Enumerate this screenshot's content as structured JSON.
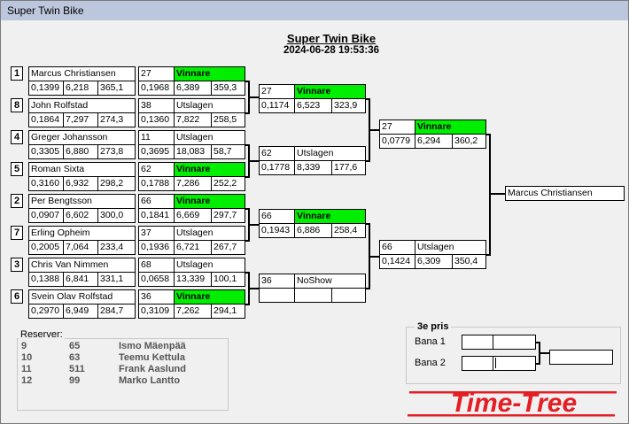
{
  "window": {
    "title": "Super Twin Bike"
  },
  "header": {
    "title": "Super Twin Bike",
    "datetime": "2024-06-28 19:53:36"
  },
  "round1": [
    {
      "seed": "1",
      "name": "Marcus Christiansen",
      "t1": "0,1399",
      "t2": "6,218",
      "t3": "365,1",
      "num": "27",
      "status": "Vinnare",
      "r1": "0,1968",
      "r2": "6,389",
      "r3": "359,3"
    },
    {
      "seed": "8",
      "name": "John Rolfstad",
      "t1": "0,1864",
      "t2": "7,297",
      "t3": "274,3",
      "num": "38",
      "status": "Utslagen",
      "r1": "0,1360",
      "r2": "7,822",
      "r3": "258,5"
    },
    {
      "seed": "4",
      "name": "Greger Johansson",
      "t1": "0,3305",
      "t2": "6,880",
      "t3": "273,8",
      "num": "11",
      "status": "Utslagen",
      "r1": "0,3695",
      "r2": "18,083",
      "r3": "58,7"
    },
    {
      "seed": "5",
      "name": "Roman Sixta",
      "t1": "0,3160",
      "t2": "6,932",
      "t3": "298,2",
      "num": "62",
      "status": "Vinnare",
      "r1": "0,1788",
      "r2": "7,286",
      "r3": "252,2"
    },
    {
      "seed": "2",
      "name": "Per Bengtsson",
      "t1": "0,0907",
      "t2": "6,602",
      "t3": "300,0",
      "num": "66",
      "status": "Vinnare",
      "r1": "0,1841",
      "r2": "6,669",
      "r3": "297,7"
    },
    {
      "seed": "7",
      "name": "Erling Opheim",
      "t1": "0,2005",
      "t2": "7,064",
      "t3": "233,4",
      "num": "37",
      "status": "Utslagen",
      "r1": "0,1936",
      "r2": "6,721",
      "r3": "267,7"
    },
    {
      "seed": "3",
      "name": "Chris Van Nimmen",
      "t1": "0,1388",
      "t2": "6,841",
      "t3": "331,1",
      "num": "68",
      "status": "Utslagen",
      "r1": "0,0658",
      "r2": "13,339",
      "r3": "100,1"
    },
    {
      "seed": "6",
      "name": "Svein Olav Rolfstad",
      "t1": "0,2970",
      "t2": "6,949",
      "t3": "284,7",
      "num": "36",
      "status": "Vinnare",
      "r1": "0,3109",
      "r2": "7,262",
      "r3": "294,1"
    }
  ],
  "round2": [
    {
      "num": "27",
      "status": "Vinnare",
      "r1": "0,1174",
      "r2": "6,523",
      "r3": "323,9"
    },
    {
      "num": "62",
      "status": "Utslagen",
      "r1": "0,1778",
      "r2": "8,339",
      "r3": "177,6"
    },
    {
      "num": "66",
      "status": "Vinnare",
      "r1": "0,1943",
      "r2": "6,886",
      "r3": "258,4"
    },
    {
      "num": "36",
      "status": "NoShow",
      "r1": "",
      "r2": "",
      "r3": ""
    }
  ],
  "round3": [
    {
      "num": "27",
      "status": "Vinnare",
      "r1": "0,0779",
      "r2": "6,294",
      "r3": "360,2"
    },
    {
      "num": "66",
      "status": "Utslagen",
      "r1": "0,1424",
      "r2": "6,309",
      "r3": "350,4"
    }
  ],
  "winner": "Marcus Christiansen",
  "reserves": {
    "label": "Reserver:",
    "rows": [
      {
        "pos": "9",
        "num": "65",
        "name": "Ismo Mäenpää"
      },
      {
        "pos": "10",
        "num": "63",
        "name": "Teemu Kettula"
      },
      {
        "pos": "11",
        "num": "511",
        "name": "Frank Aaslund"
      },
      {
        "pos": "12",
        "num": "99",
        "name": "Marko Lantto"
      }
    ]
  },
  "third_place": {
    "label": "3e pris",
    "lane1": "Bana 1",
    "lane2": "Bana 2"
  },
  "logo": {
    "text": "Time-Tree",
    "color": "#e31e24"
  },
  "colors": {
    "winner_green": "#00ee00"
  }
}
